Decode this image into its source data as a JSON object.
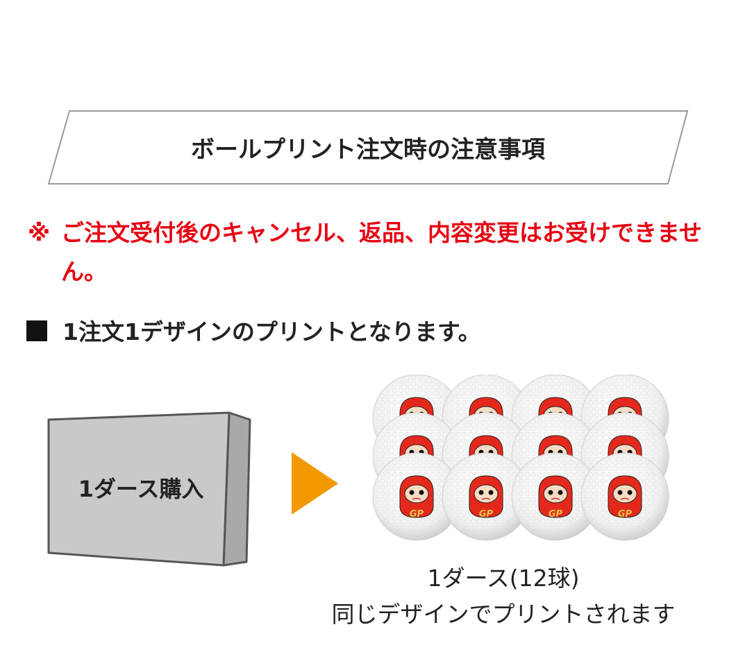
{
  "title": "ボールプリント注文時の注意事項",
  "notice": {
    "mark": "※",
    "text": "ご注文受付後のキャンセル、返品、内容変更はお受けできません。"
  },
  "rule": "1注文1デザインのプリントとなります。",
  "box_label": "1ダース購入",
  "ball_logo": "GP",
  "caption": {
    "line1": "1ダース(12球)",
    "line2": "同じデザインでプリントされます"
  },
  "colors": {
    "notice": "#e60012",
    "arrow": "#f39800",
    "box": "#c9c9c9",
    "logo_red": "#e5281c"
  }
}
